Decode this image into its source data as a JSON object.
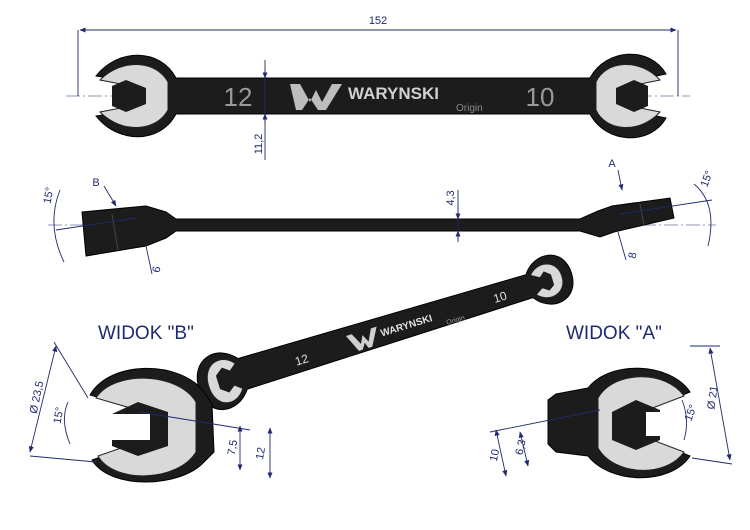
{
  "dimensions": {
    "total_length": "152",
    "body_thickness": "11,2",
    "shank_thickness": "4,3",
    "end_b_width": "6",
    "end_a_width": "8",
    "angle_b": "15°",
    "angle_a": "15°",
    "view_b_diameter": "Ø 23,5",
    "view_b_angle": "15°",
    "view_b_gap": "7,5",
    "view_b_size": "12",
    "view_a_diameter": "Ø 21",
    "view_a_angle": "15°",
    "view_a_gap": "6,3",
    "view_a_size": "10"
  },
  "wrench": {
    "brand": "WARYNSKI",
    "sub_brand": "Origin",
    "size_left": "12",
    "size_right": "10"
  },
  "views": {
    "label_b": "B",
    "label_a": "A",
    "view_b_title": "WIDOK \"B\"",
    "view_a_title": "WIDOK \"A\""
  },
  "colors": {
    "dimension_line": "#1f2a6e",
    "body": "#1c1c1c",
    "chrome": "#d9d9d9"
  }
}
